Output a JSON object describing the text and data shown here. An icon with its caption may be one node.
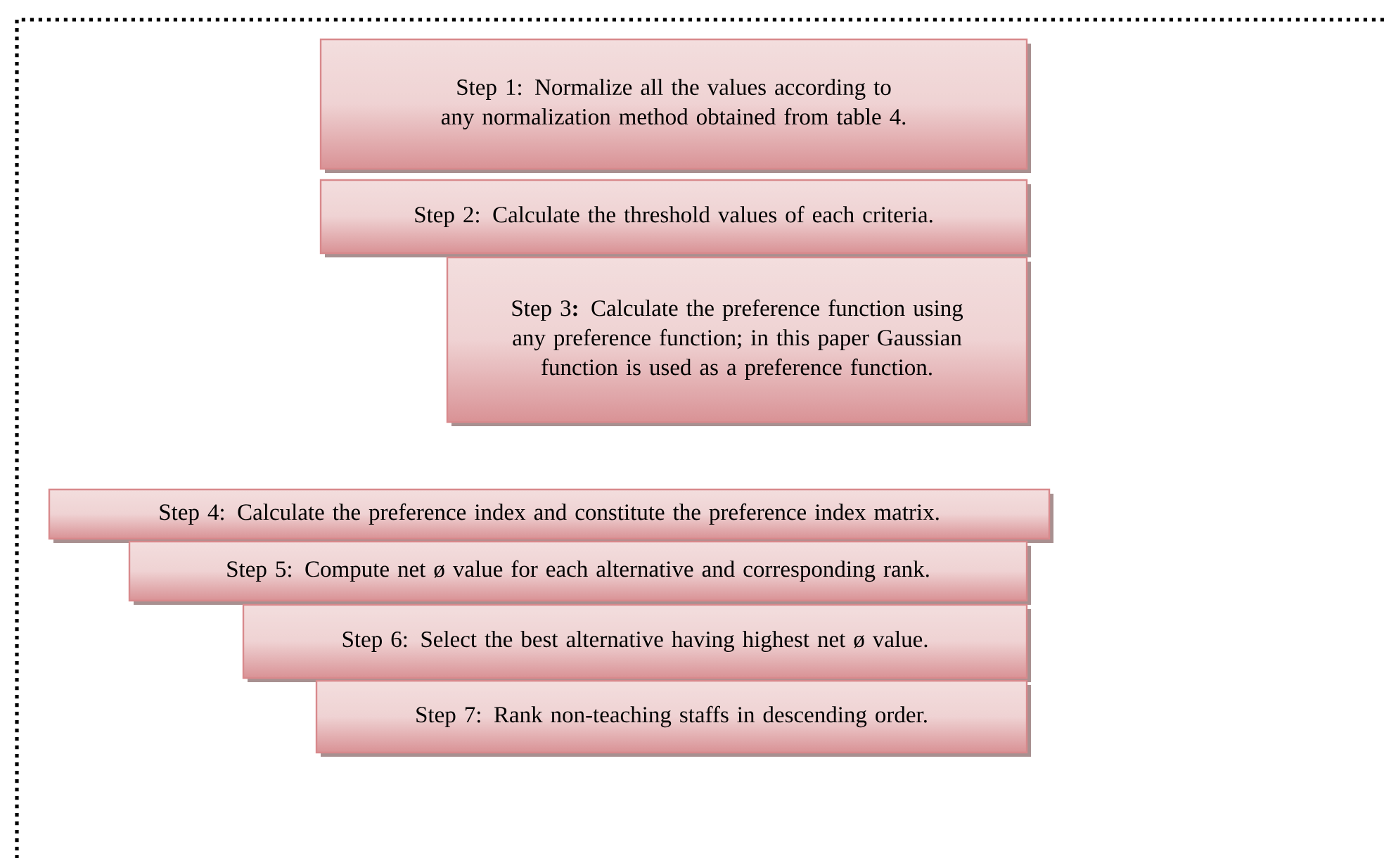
{
  "diagram": {
    "nodes": [
      {
        "text": [
          "Step 1:  Normalize all the values according to any normalization method obtained from table 4."
        ]
      },
      {
        "text": [
          "Step 2: Calculate the threshold values of each criteria."
        ]
      },
      {
        "text": [
          "Step 3**:** Calculate the preference function using any preference function; in this paper Gaussian function is used as a preference function."
        ]
      },
      {
        "text": [
          "Step 4: Calculate the preference index and constitute the preference index matrix."
        ]
      },
      {
        "text": [
          "Step 5: Compute net ø value for each alternative and corresponding rank."
        ]
      },
      {
        "text": [
          "Step 6: Select the best alternative having highest net ø value."
        ]
      },
      {
        "text": [
          "Step 7: Rank non-teaching staffs in descending order."
        ]
      }
    ]
  }
}
